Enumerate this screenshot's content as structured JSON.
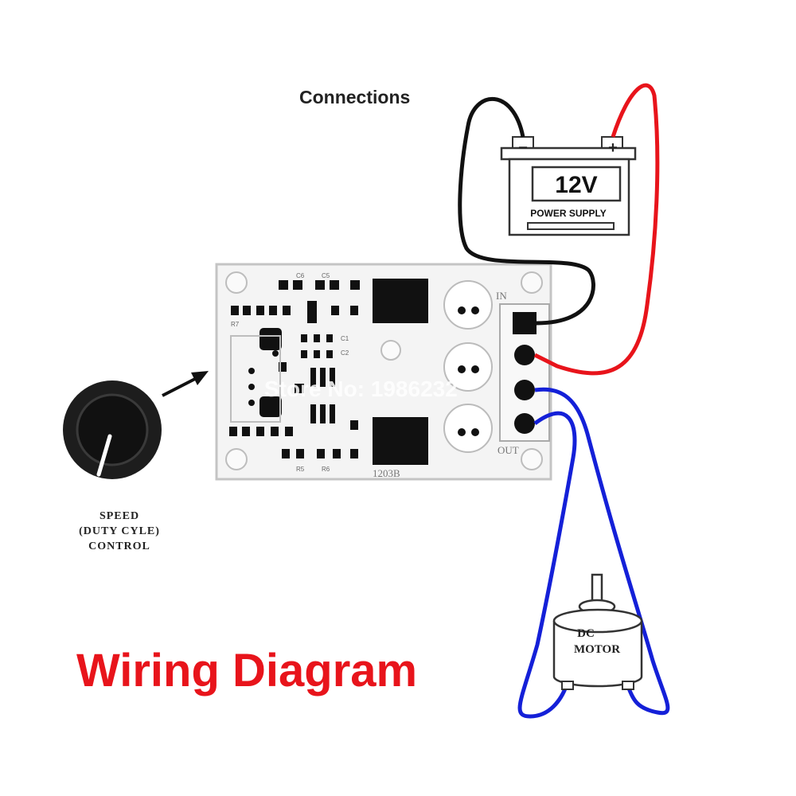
{
  "heading": "Connections",
  "title": "Wiring Diagram",
  "battery": {
    "voltage": "12V",
    "label": "POWER SUPPLY",
    "neg_symbol": "−",
    "pos_symbol": "+"
  },
  "board": {
    "in_label": "IN",
    "out_label": "OUT",
    "part_number": "1203B",
    "labels": [
      "C6",
      "C5",
      "R7",
      "C1",
      "C2",
      "R5",
      "R6"
    ],
    "watermark": "Store No: 1986232"
  },
  "knob": {
    "label_line1": "SPEED",
    "label_line2": "(DUTY CYLE)",
    "label_line3": "CONTROL"
  },
  "motor": {
    "label_line1": "DC",
    "label_line2": "MOTOR"
  },
  "colors": {
    "negative_wire": "#111111",
    "positive_wire": "#e8141b",
    "motor_wire": "#1420d8",
    "title": "#e8141b",
    "board": "#f4f4f4"
  }
}
